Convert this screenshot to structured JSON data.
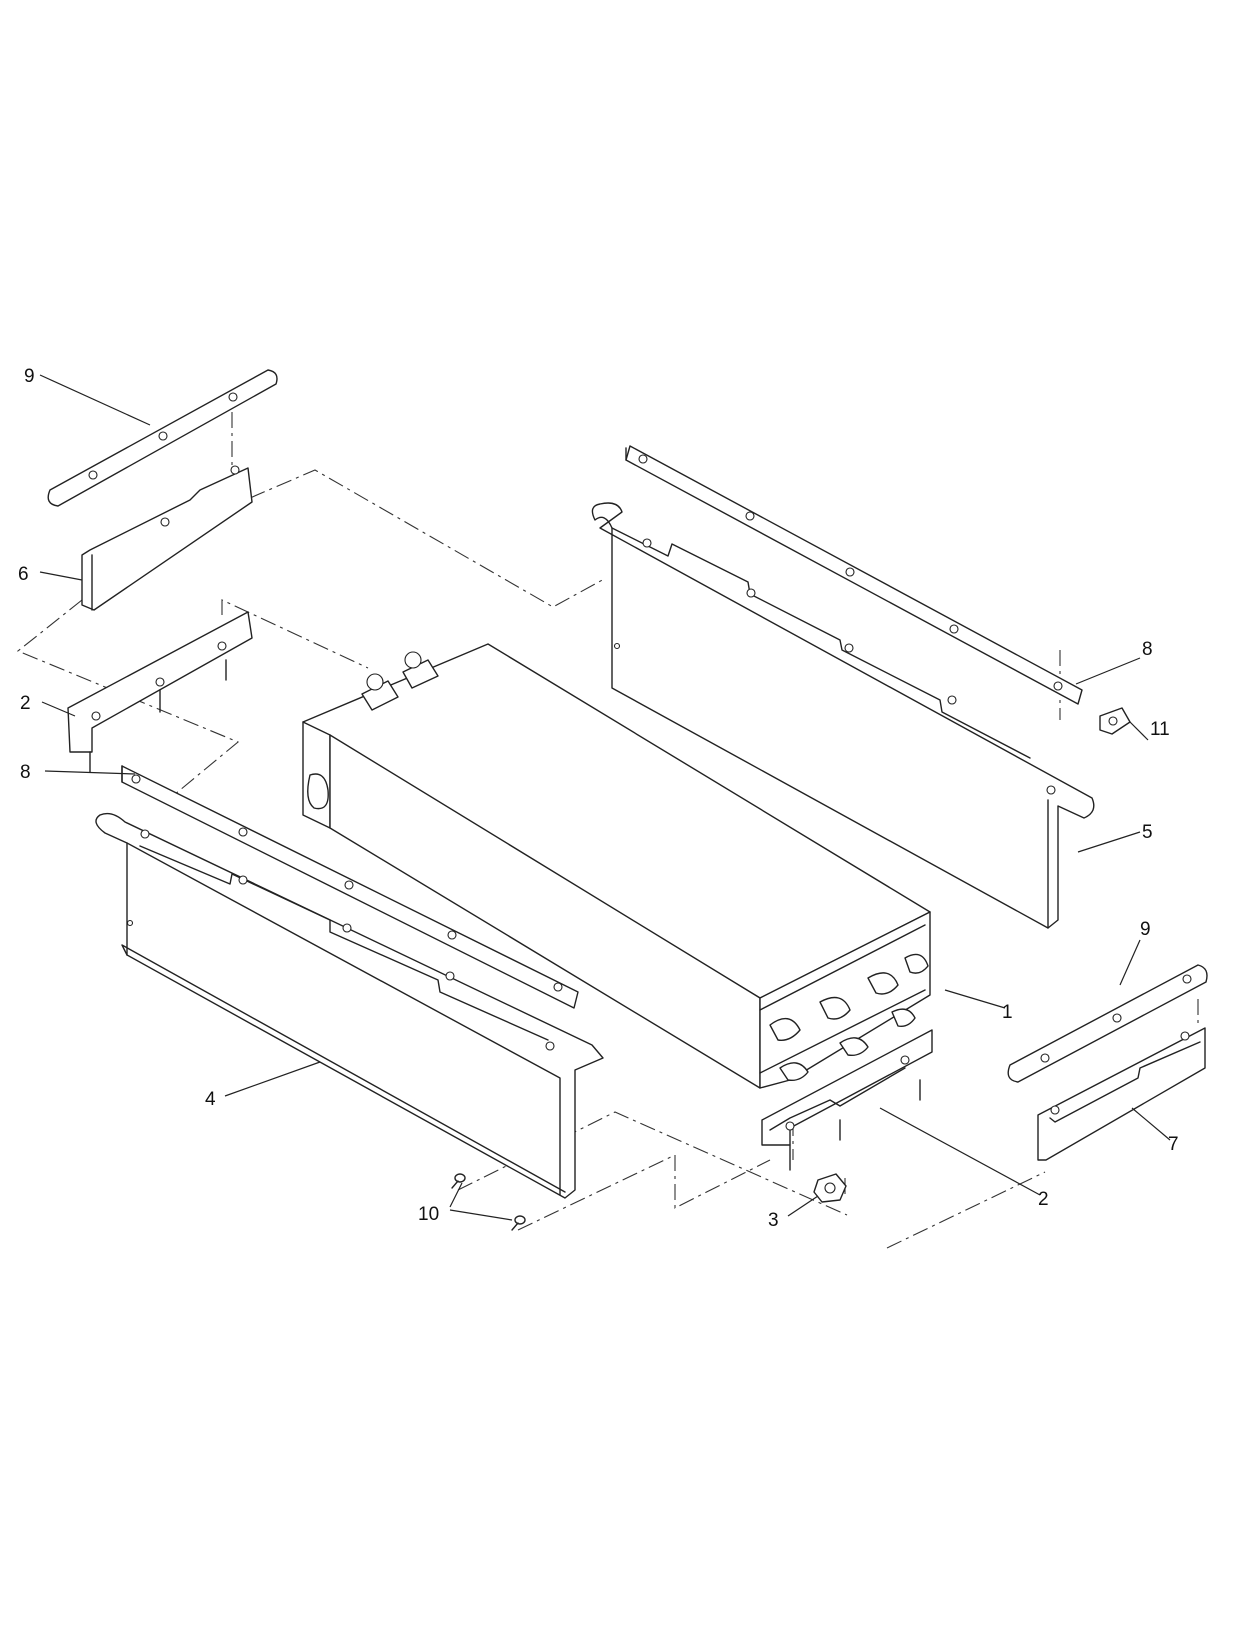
{
  "callouts": [
    {
      "id": "c9a",
      "text": "9"
    },
    {
      "id": "c6",
      "text": "6"
    },
    {
      "id": "c2a",
      "text": "2"
    },
    {
      "id": "c8a",
      "text": "8"
    },
    {
      "id": "c4",
      "text": "4"
    },
    {
      "id": "c10",
      "text": "10"
    },
    {
      "id": "c3",
      "text": "3"
    },
    {
      "id": "c2b",
      "text": "2"
    },
    {
      "id": "c7",
      "text": "7"
    },
    {
      "id": "c9b",
      "text": "9"
    },
    {
      "id": "c1",
      "text": "1"
    },
    {
      "id": "c5",
      "text": "5"
    },
    {
      "id": "c11",
      "text": "11"
    },
    {
      "id": "c8b",
      "text": "8"
    }
  ]
}
